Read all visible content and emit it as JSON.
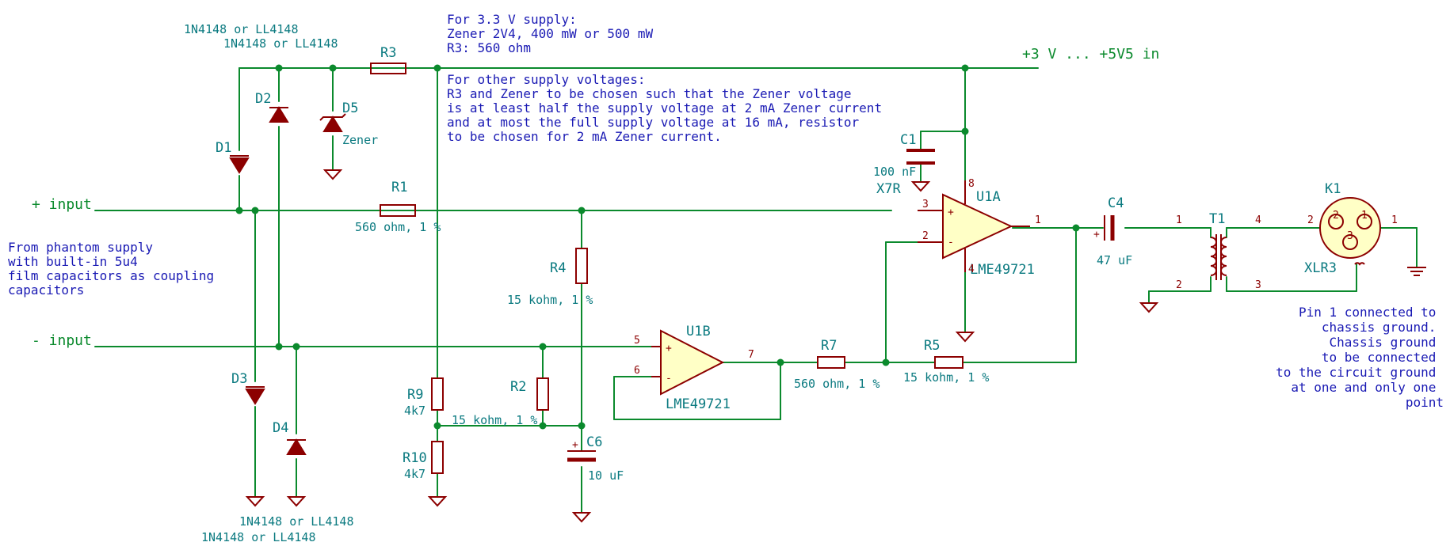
{
  "nets": {
    "plus_input": "+ input",
    "minus_input": "- input",
    "supply": "+3 V ... +5V5 in"
  },
  "notes": {
    "phantom": [
      "From phantom supply",
      "with built-in 5u4",
      "film capacitors as coupling",
      "capacitors"
    ],
    "supply33": [
      "For 3.3 V supply:",
      "Zener 2V4, 400 mW or 500 mW",
      "R3: 560 ohm"
    ],
    "other": [
      "For other supply voltages:",
      "R3 and Zener to be chosen such that the Zener voltage",
      "is at least half the supply voltage at 2 mA Zener current",
      "and at most the full supply voltage at 16 mA, resistor",
      "to be chosen for 2 mA Zener current."
    ],
    "pin1": [
      "Pin 1 connected to",
      "chassis ground.",
      "Chassis ground",
      "to be connected",
      "to the circuit ground",
      "at one and only one",
      "point"
    ]
  },
  "components": {
    "D1": {
      "ref": "D1",
      "value": "1N4148 or LL4148"
    },
    "D2": {
      "ref": "D2",
      "value": "1N4148 or LL4148"
    },
    "D3": {
      "ref": "D3",
      "value": "1N4148 or LL4148"
    },
    "D4": {
      "ref": "D4",
      "value": "1N4148 or LL4148"
    },
    "D5": {
      "ref": "D5",
      "value": "Zener"
    },
    "R1": {
      "ref": "R1",
      "value": "560 ohm, 1 %"
    },
    "R2": {
      "ref": "R2",
      "value": "15 kohm, 1 %"
    },
    "R3": {
      "ref": "R3"
    },
    "R4": {
      "ref": "R4",
      "value": "15 kohm, 1 %"
    },
    "R5": {
      "ref": "R5",
      "value": "15 kohm, 1 %"
    },
    "R7": {
      "ref": "R7",
      "value": "560 ohm, 1 %"
    },
    "R9": {
      "ref": "R9",
      "value": "4k7"
    },
    "R10": {
      "ref": "R10",
      "value": "4k7"
    },
    "C1": {
      "ref": "C1",
      "value": "100 nF",
      "dielectric": "X7R"
    },
    "C4": {
      "ref": "C4",
      "value": "47 uF"
    },
    "C6": {
      "ref": "C6",
      "value": "10 uF"
    },
    "U1A": {
      "ref": "U1A",
      "value": "LME49721"
    },
    "U1B": {
      "ref": "U1B",
      "value": "LME49721"
    },
    "T1": {
      "ref": "T1"
    },
    "K1": {
      "ref": "K1",
      "value": "XLR3"
    }
  },
  "pins": {
    "u1a_in_plus": "3",
    "u1a_in_minus": "2",
    "u1a_out": "1",
    "u1a_vplus": "8",
    "u1a_vminus": "4",
    "u1b_in_plus": "5",
    "u1b_in_minus": "6",
    "u1b_out": "7",
    "t1_p1": "1",
    "t1_p2": "2",
    "t1_s1": "4",
    "t1_s2": "3",
    "k1_p2": "2",
    "k1_p1": "1",
    "k1_p3": "3",
    "k1_wire": "1",
    "plus_sign": "+",
    "minus_sign": "-"
  },
  "colors": {
    "wire": "#0b8a2d",
    "component": "#8c0000",
    "reference_text": "#0b7a80",
    "note_text": "#1a1ab4",
    "component_fill": "#ffffc6"
  }
}
